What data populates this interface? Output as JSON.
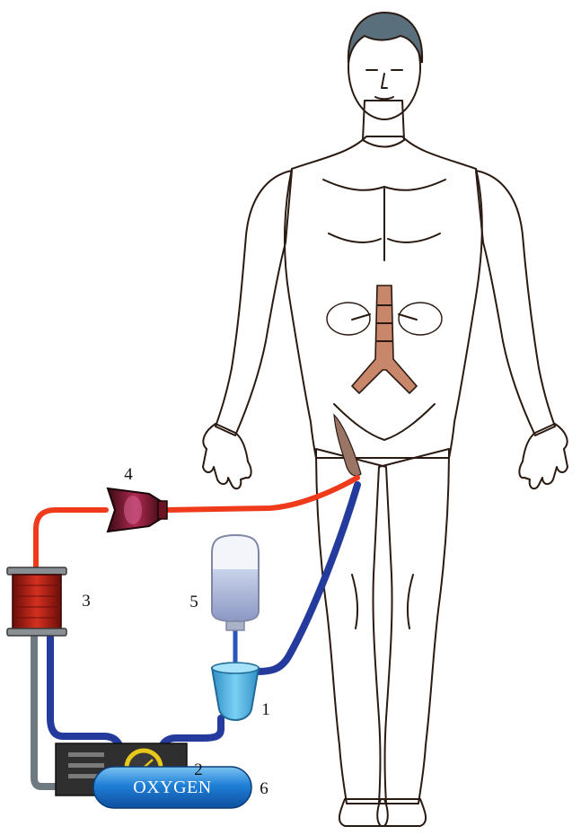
{
  "labels": {
    "pump": "1",
    "heater_unit": "2",
    "oxygenator": "3",
    "filter": "4",
    "reservoir": "5",
    "oxygen_tank_number": "6"
  },
  "oxygen_tank_text": "OXYGEN",
  "colors": {
    "background": "#ffffff",
    "skin": "#e99d80",
    "skin_outline": "#2a1a12",
    "hair": "#5a6f7c",
    "arterial_tube": "#ef3a1c",
    "venous_tube": "#243a9c",
    "gas_line": "#6e7a80",
    "oxygenator": "#b3201a",
    "filter": "#8a2030",
    "reservoir_fluid": "#9aa4cc",
    "pump_cup": "#58b9e6",
    "heater_body": "#2f2f2f",
    "dial": "#e8c81a",
    "oxygen_tank": "#1f7fd6"
  }
}
